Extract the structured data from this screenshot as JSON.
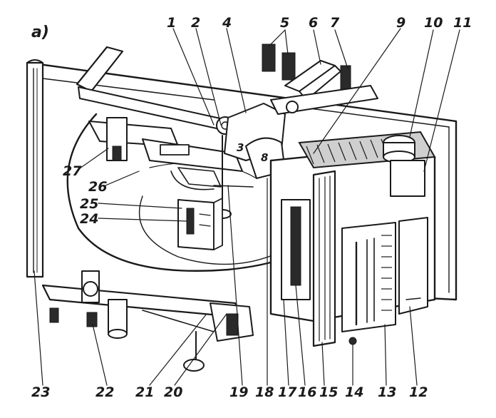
{
  "figure": {
    "panel_label": "a)",
    "inner_labels": [
      "3",
      "8"
    ],
    "callouts_top": [
      "1",
      "2",
      "4",
      "5",
      "6",
      "7",
      "9",
      "10",
      "11"
    ],
    "callouts_left": [
      "27",
      "26",
      "25",
      "24"
    ],
    "callouts_bottom": [
      "23",
      "22",
      "21",
      "20",
      "19",
      "18",
      "17",
      "16",
      "15",
      "14",
      "13",
      "12"
    ]
  }
}
